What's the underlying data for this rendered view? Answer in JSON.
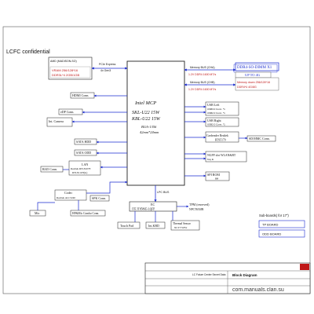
{
  "title": "LCFC confidential",
  "cpu": {
    "name": "Intel  MCP",
    "sku1": "SKL-U22 15W",
    "sku2": "KBL-U22 15W",
    "pkg": "BGA-1356",
    "size": "42mm*24mm"
  },
  "gpu": {
    "name": "AMD (MADISON-SO)",
    "vram": "VRAM 256/128*16",
    "ddr": "DDR3L*4 2GB/1GB",
    "link": "PCIe Express",
    "link2": "4x Gen3"
  },
  "memory": {
    "bus_a": "Memory BUS (CHA)",
    "bus_a_sub": "1.2V DDR4 1600 MT/s",
    "bus_b": "Memory BUS (CHB)",
    "bus_b_sub": "1.2V DDR4 1600 MT/s",
    "sodimm": "DDR4-SO-DIMM X1",
    "sodimm_sub": "UP TO 4G",
    "onboard": "Memory down 256/128*16",
    "onboard_sub": "DDR4*4  4G/8G"
  },
  "left_blocks": {
    "hdmi": "HDMI Conn.",
    "edp": "eDP Conn.",
    "camera": "Int. Camera",
    "sata_hdd": "SATA HDD",
    "sata_odd": "SATA ODD",
    "lan": "LAN",
    "lan_sub1": "Realtek RTL8107E",
    "lan_sub2": "RTL8111H(G)",
    "rj45": "RJ45 Conn.",
    "codec": "Codec",
    "codec_sub": "Realtek ALC3240",
    "spk": "SPK Conn.",
    "mic": "Mic",
    "combo": "HP&Mic Combo Conn."
  },
  "right_blocks": {
    "usb_left": "USB Left",
    "usb_left_sub": "USB3.0 Conn. *1",
    "usb_left_sub2": "USB2.0 Conn. *1",
    "usb_right": "USB Right",
    "usb_right_sub": "USB2.0 Conn. *1",
    "card_reader": "Cardreader  Realtek",
    "card_reader_sub": "RTS5179",
    "sd": "SD/MMC Conn.",
    "ngff": "NGFF slot WLAN&BT",
    "ngff_sub": "Key E",
    "spi": "SPI ROM",
    "spi_sub": "8M"
  },
  "bottom": {
    "lpc": "LPC BUS",
    "ec": "EC",
    "ec_sub": "ITE IT8586E-LQFP",
    "tpm": "TPM (reserved)",
    "tpm_sub": "NPCT650JB",
    "touchpad": "Touch Pad",
    "kbd": "Int.KBD",
    "thermal": "Thermal Sensor",
    "thermal_sub": "NCT7718W"
  },
  "subboards": {
    "heading": "Sub-boards( for 17\")",
    "tp": "TP BOARD",
    "odd": "ODD BOARD"
  },
  "titleblock": {
    "sheet_title": "Block Diagram",
    "company": "LC Future Center Secret Data",
    "watermark": "com.manuals.clan.su"
  },
  "colors": {
    "line": "#1a2bd0",
    "text_blue": "#1a2bd0",
    "text_red": "#c01818"
  }
}
